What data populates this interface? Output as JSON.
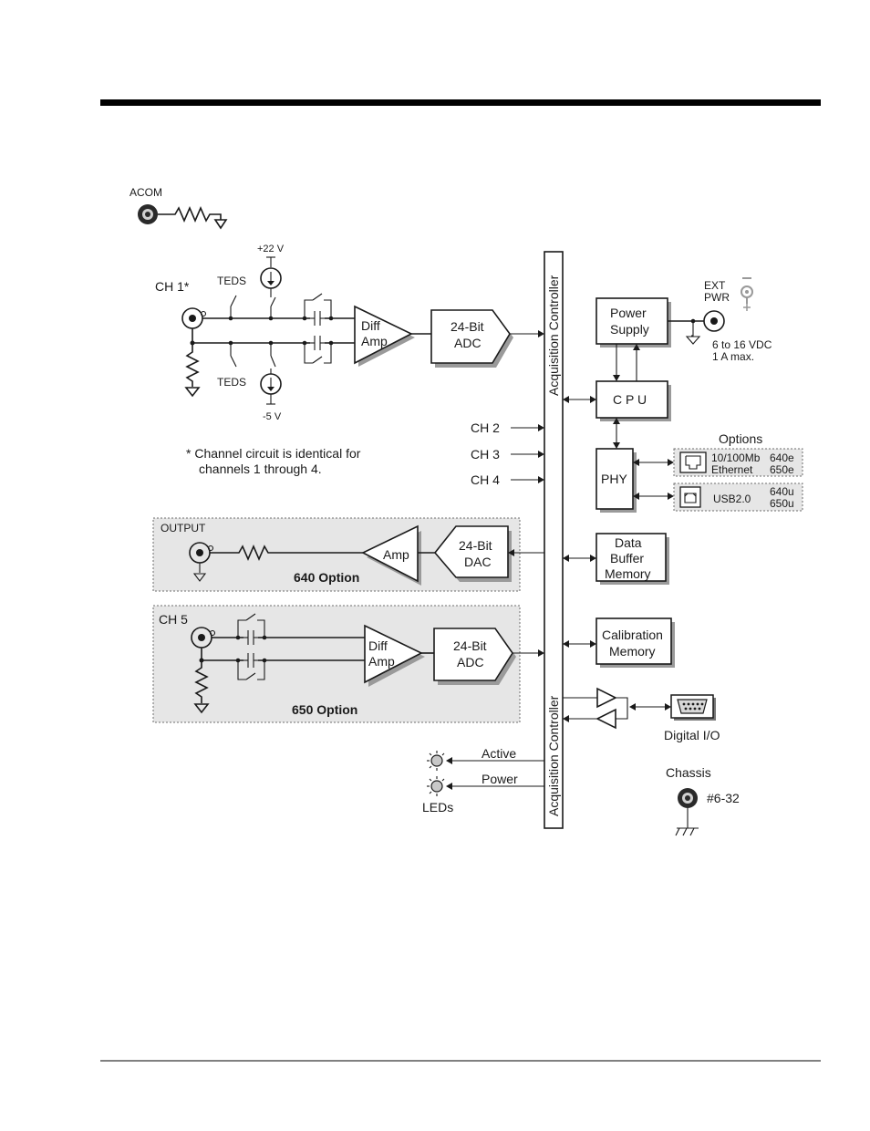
{
  "labels": {
    "acom": "ACOM",
    "ch1": "CH 1*",
    "teds_top": "TEDS",
    "teds_bottom": "TEDS",
    "plus22v": "+22 V",
    "minus5v": "-5 V",
    "diff_amp_1": "Diff",
    "diff_amp_2": "Amp",
    "adc_1": "24-Bit",
    "adc_2": "ADC",
    "acq_top": "Acquisition Controller",
    "acq_bottom": "Acquisition Controller",
    "power_supply_1": "Power",
    "power_supply_2": "Supply",
    "ext_pwr_1": "EXT",
    "ext_pwr_2": "PWR",
    "vdc_1": "6 to 16 VDC",
    "vdc_2": "1 A max.",
    "cpu": "C P U",
    "ch2": "CH 2",
    "ch3": "CH 3",
    "ch4": "CH 4",
    "note_1": "* Channel circuit is identical for",
    "note_2": "channels 1 through 4.",
    "options": "Options",
    "phy": "PHY",
    "eth_1": "10/100Mb",
    "eth_2": "Ethernet",
    "eth_m1": "640e",
    "eth_m2": "650e",
    "usb": "USB2.0",
    "usb_m1": "640u",
    "usb_m2": "650u",
    "output": "OUTPUT",
    "amp": "Amp",
    "dac_1": "24-Bit",
    "dac_2": "DAC",
    "opt640": "640 Option",
    "buffer_1": "Data",
    "buffer_2": "Buffer",
    "buffer_3": "Memory",
    "ch5": "CH 5",
    "diff_amp5_1": "Diff",
    "diff_amp5_2": "Amp",
    "adc5_1": "24-Bit",
    "adc5_2": "ADC",
    "opt650": "650 Option",
    "cal_1": "Calibration",
    "cal_2": "Memory",
    "digital_io": "Digital I/O",
    "active": "Active",
    "power": "Power",
    "leds": "LEDs",
    "chassis": "Chassis",
    "screw": "#6-32"
  },
  "colors": {
    "line": "#1a1a1a",
    "panel": "#e6e6e6",
    "shadow": "#9a9a9a"
  }
}
